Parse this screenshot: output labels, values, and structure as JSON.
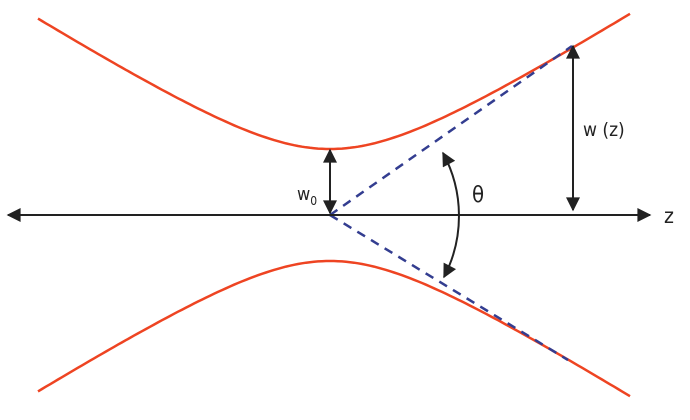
{
  "labels": {
    "waist": "w",
    "waist_sub": "0",
    "beam_radius": "w (z)",
    "divergence": "θ",
    "axis": "z"
  },
  "colors": {
    "beam": "#ee4422",
    "asymptote": "#333d90",
    "axis": "#222222"
  }
}
